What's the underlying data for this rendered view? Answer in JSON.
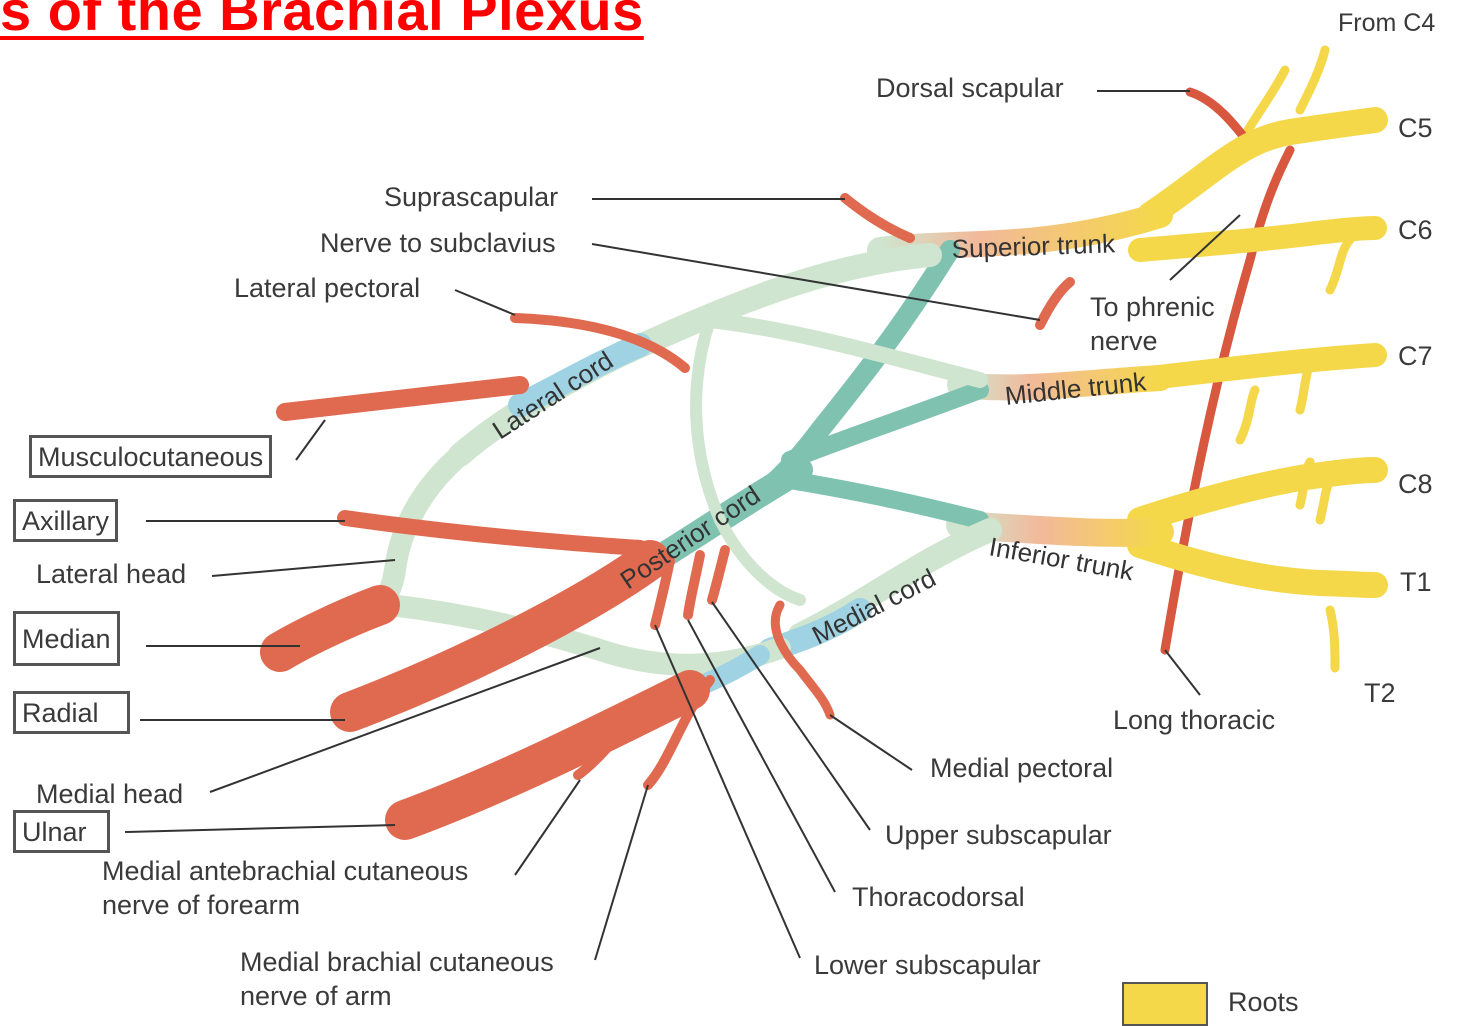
{
  "title": "s of the Brachial Plexus",
  "labels": {
    "from_c4": "From C4",
    "c5": "C5",
    "c6": "C6",
    "c7": "C7",
    "c8": "C8",
    "t1": "T1",
    "t2": "T2",
    "dorsal_scapular": "Dorsal scapular",
    "suprascapular": "Suprascapular",
    "nerve_to_subclavius": "Nerve to subclavius",
    "lateral_pectoral": "Lateral pectoral",
    "to_phrenic_line1": "To phrenic",
    "to_phrenic_line2": "nerve",
    "superior_trunk": "Superior trunk",
    "middle_trunk": "Middle trunk",
    "inferior_trunk": "Inferior trunk",
    "lateral_cord": "Lateral cord",
    "posterior_cord": "Posterior   cord",
    "medial_cord": "Medial cord",
    "lateral_head": "Lateral head",
    "medial_head": "Medial head",
    "medial_antebrachial_line1": "Medial antebrachial cutaneous",
    "medial_antebrachial_line2": "nerve of forearm",
    "medial_brachial_line1": "Medial brachial cutaneous",
    "medial_brachial_line2": "nerve of arm",
    "lower_subscapular": "Lower subscapular",
    "thoracodorsal": "Thoracodorsal",
    "upper_subscapular": "Upper subscapular",
    "medial_pectoral": "Medial pectoral",
    "long_thoracic": "Long thoracic"
  },
  "boxed_labels": {
    "musculocutaneous": "Musculocutaneous",
    "axillary": "Axillary",
    "median": "Median",
    "radial": "Radial",
    "ulnar": "Ulnar"
  },
  "legend": {
    "roots": "Roots"
  },
  "colors": {
    "title": "#ff0000",
    "roots": "#f5d84a",
    "trunks": "#f2b99a",
    "cords_green": "#cfe5cf",
    "posterior_green": "#7fc2b0",
    "lateral_blue": "#9fd3e3",
    "branches": "#e06a50"
  }
}
